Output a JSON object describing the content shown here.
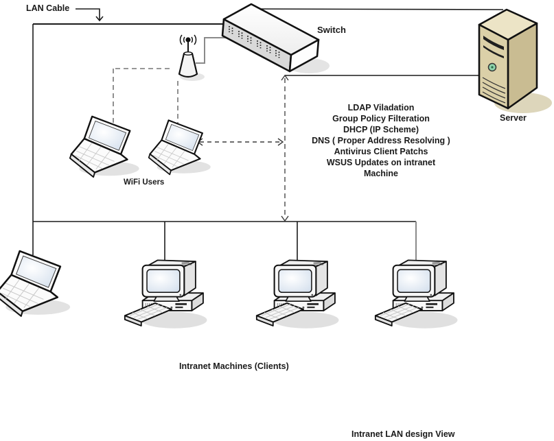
{
  "diagram": {
    "title": "Intranet LAN design View",
    "labels": {
      "lan_cable": "LAN Cable",
      "switch": "Switch",
      "server": "Server",
      "wifi_users": "WiFi Users",
      "intranet_machines": "Intranet Machines (Clients)"
    },
    "services": {
      "lines": [
        "LDAP Viladation",
        "Group Policy Filteration",
        "DHCP (IP Scheme)",
        "DNS ( Proper Address Resolving )",
        "Antivirus Client Patchs",
        "WSUS Updates on intranet",
        "Machine"
      ]
    },
    "colors": {
      "line": "#1a1a1a",
      "dashed_line": "#757575",
      "gray_line": "#8a8a8a",
      "server_top": "#ece4c6",
      "server_front": "#dbd0a8",
      "server_side": "#c9bc92",
      "server_shadow": "#ddd6bb",
      "power_led": "#8fd3ab",
      "screen_blue": "#d9e4ef",
      "device_shadow": "#dedede"
    }
  }
}
